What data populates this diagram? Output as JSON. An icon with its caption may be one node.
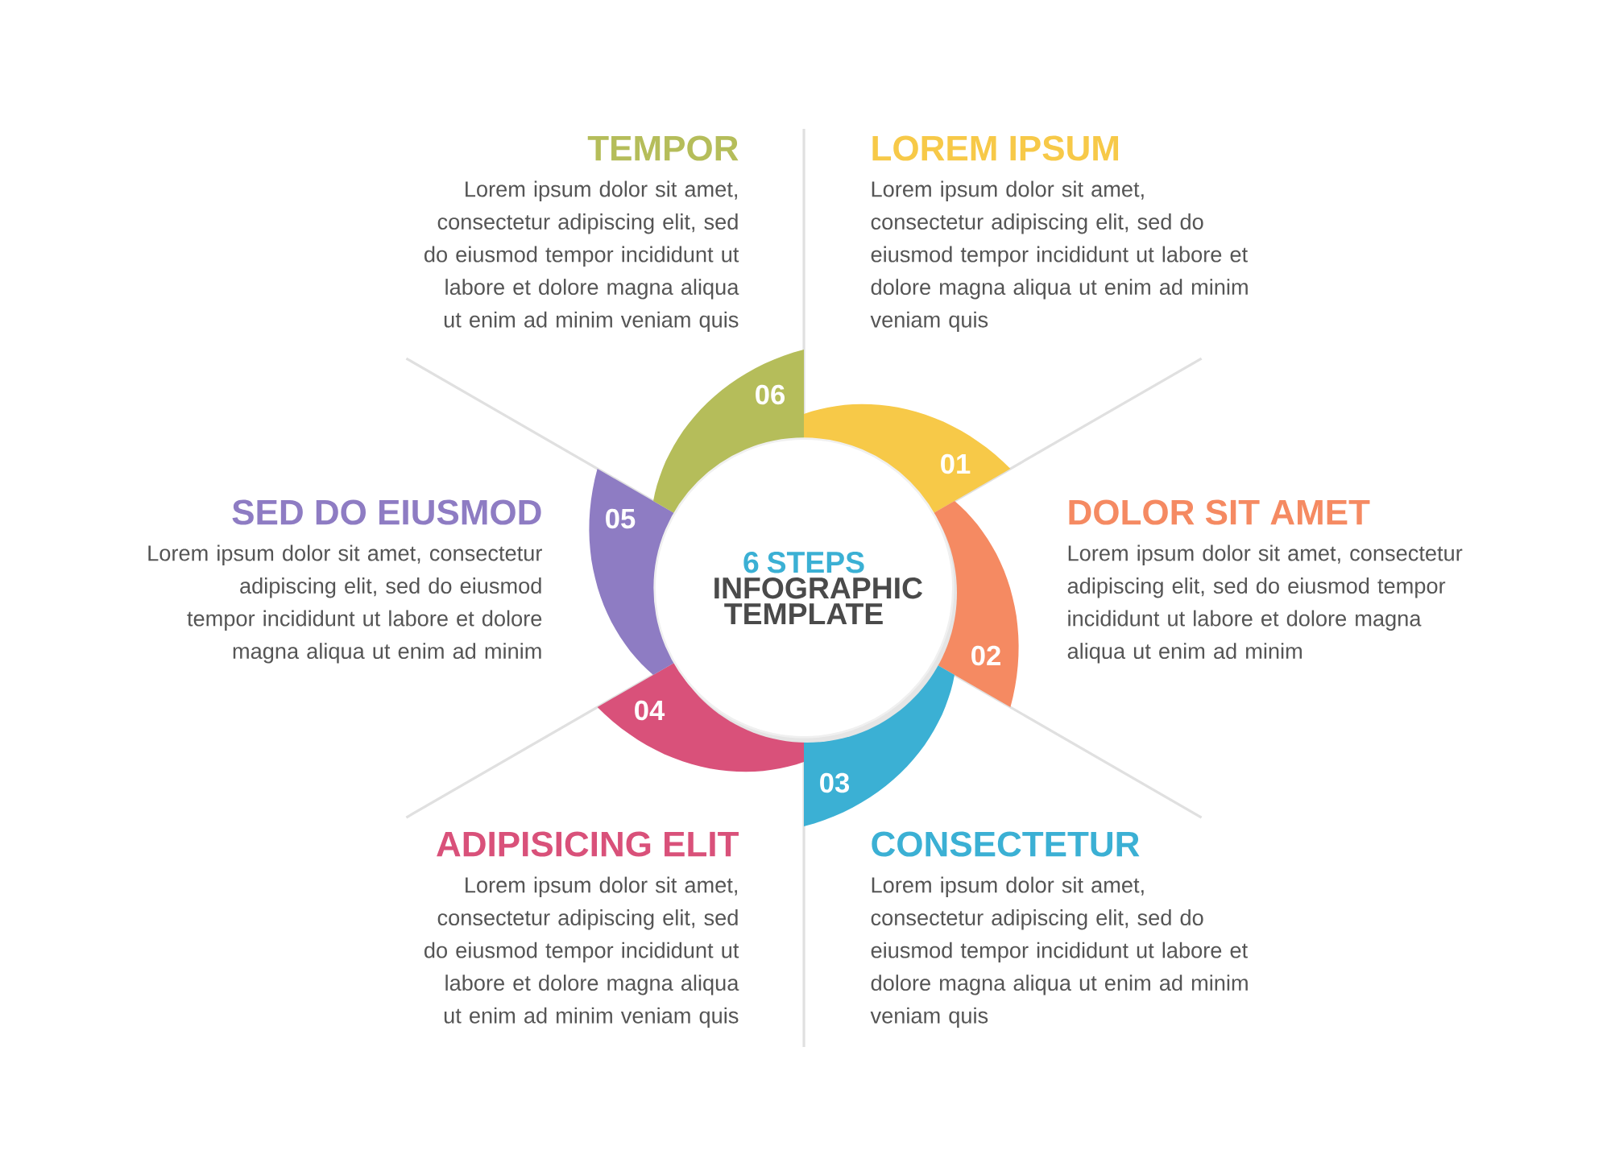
{
  "diagram": {
    "nodes": [
      {
        "text": [
          "6 STEPS",
          "INFOGRAPHIC TEMPLATE"
        ]
      },
      {
        "text": [
          "01"
        ],
        "beside": [
          "LOREM IPSUM",
          "Lorem ipsum dolor sit amet, consectetur adipiscing elit, sed do eiusmod tempor incididunt ut labore et dolore magna aliqua ut enim ad minim veniam quis"
        ]
      },
      {
        "text": [
          "02"
        ],
        "beside": [
          "DOLOR SIT AMET",
          "Lorem ipsum dolor sit amet, consectetur adipiscing elit, sed do eiusmod tempor incididunt ut labore et dolore magna aliqua ut enim ad minim"
        ]
      },
      {
        "text": [
          "03"
        ],
        "beside": [
          "CONSECTETUR",
          "Lorem ipsum dolor sit amet, consectetur adipiscing elit, sed do eiusmod tempor incididunt ut labore et dolore magna aliqua ut enim ad minim veniam quis"
        ]
      },
      {
        "text": [
          "04"
        ],
        "beside": [
          "ADIPISICING ELIT",
          "Lorem ipsum dolor sit amet, consectetur adipiscing elit, sed do eiusmod tempor incididunt ut labore et dolore magna aliqua ut enim ad minim veniam quis"
        ]
      },
      {
        "text": [
          "05"
        ],
        "beside": [
          "SED DO EIUSMOD",
          "Lorem ipsum dolor sit amet, consectetur adipiscing elit, sed do eiusmod tempor incididunt ut labore et dolore magna aliqua ut enim ad minim"
        ]
      },
      {
        "text": [
          "06"
        ],
        "beside": [
          "TEMPOR",
          "Lorem ipsum dolor sit amet, consectetur adipiscing elit, sed do eiusmod tempor incididunt ut labore et dolore magna aliqua ut enim ad minim veniam quis"
        ]
      }
    ]
  }
}
